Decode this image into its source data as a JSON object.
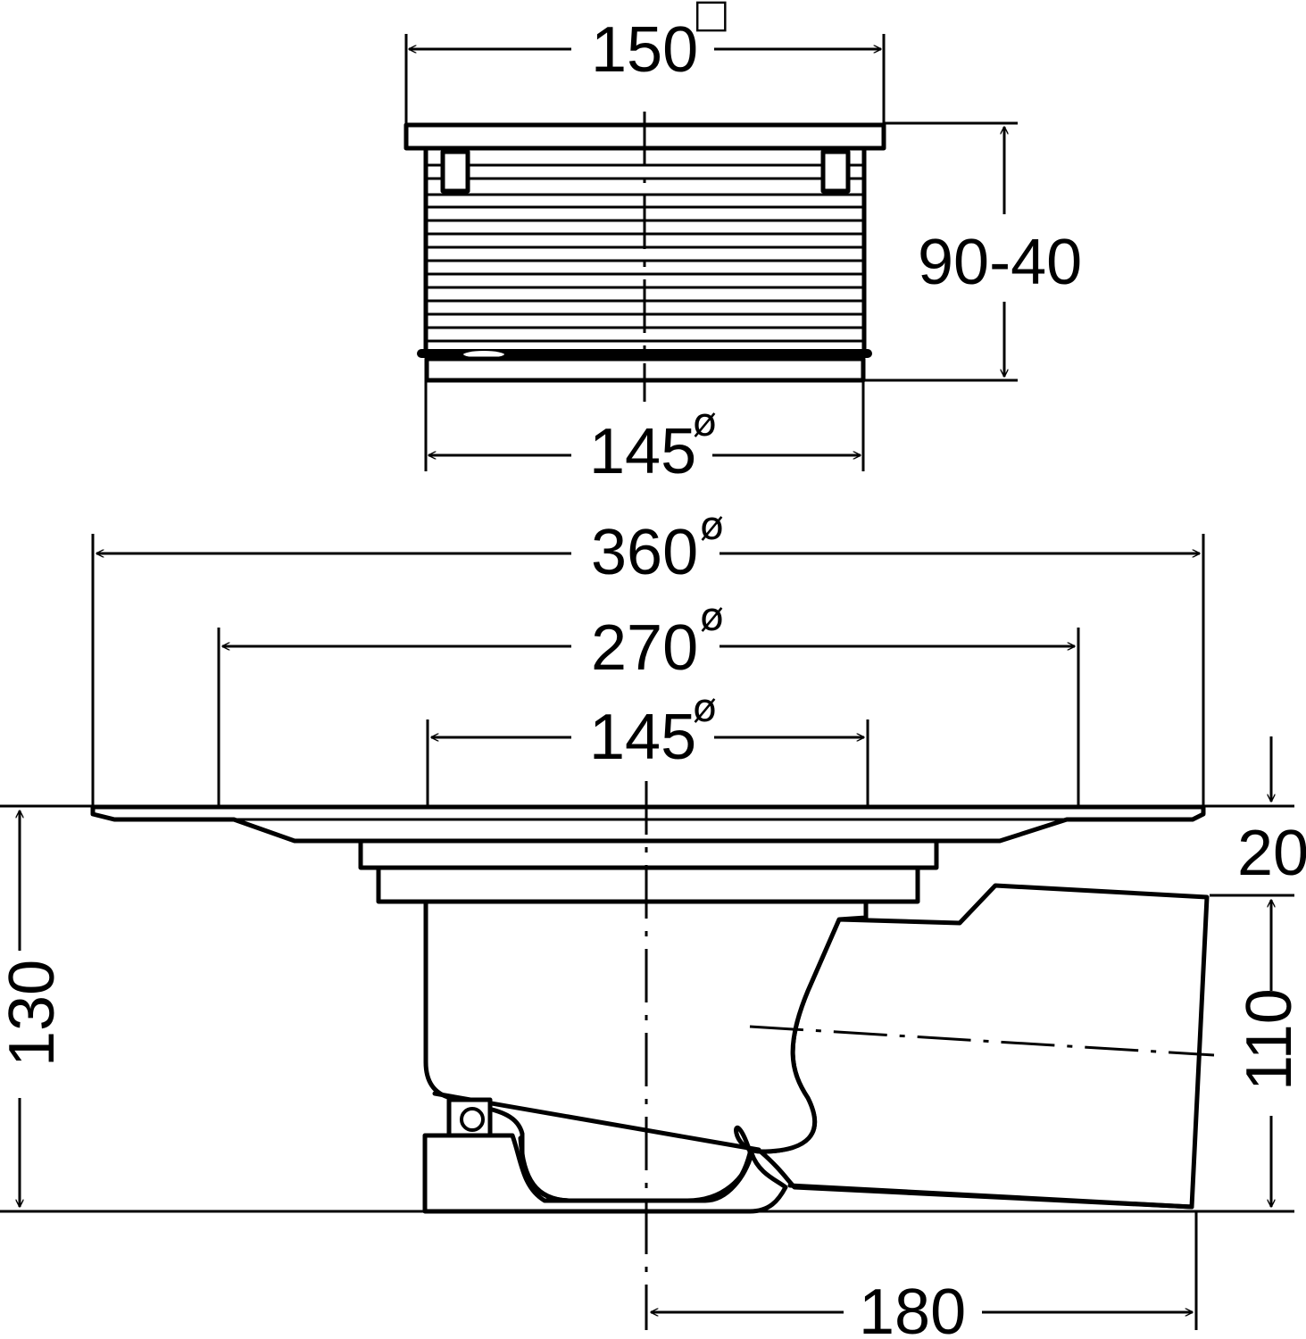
{
  "dimensions": {
    "top_width": "150",
    "top_width_symbol": "□",
    "top_height": "90-40",
    "top_diameter": "145",
    "outer_diameter": "360",
    "flange_diameter": "270",
    "body_diameter": "145",
    "flange_height": "20",
    "total_height": "130",
    "outlet_diameter": "110",
    "outlet_offset": "180",
    "diameter_symbol": "ø"
  }
}
